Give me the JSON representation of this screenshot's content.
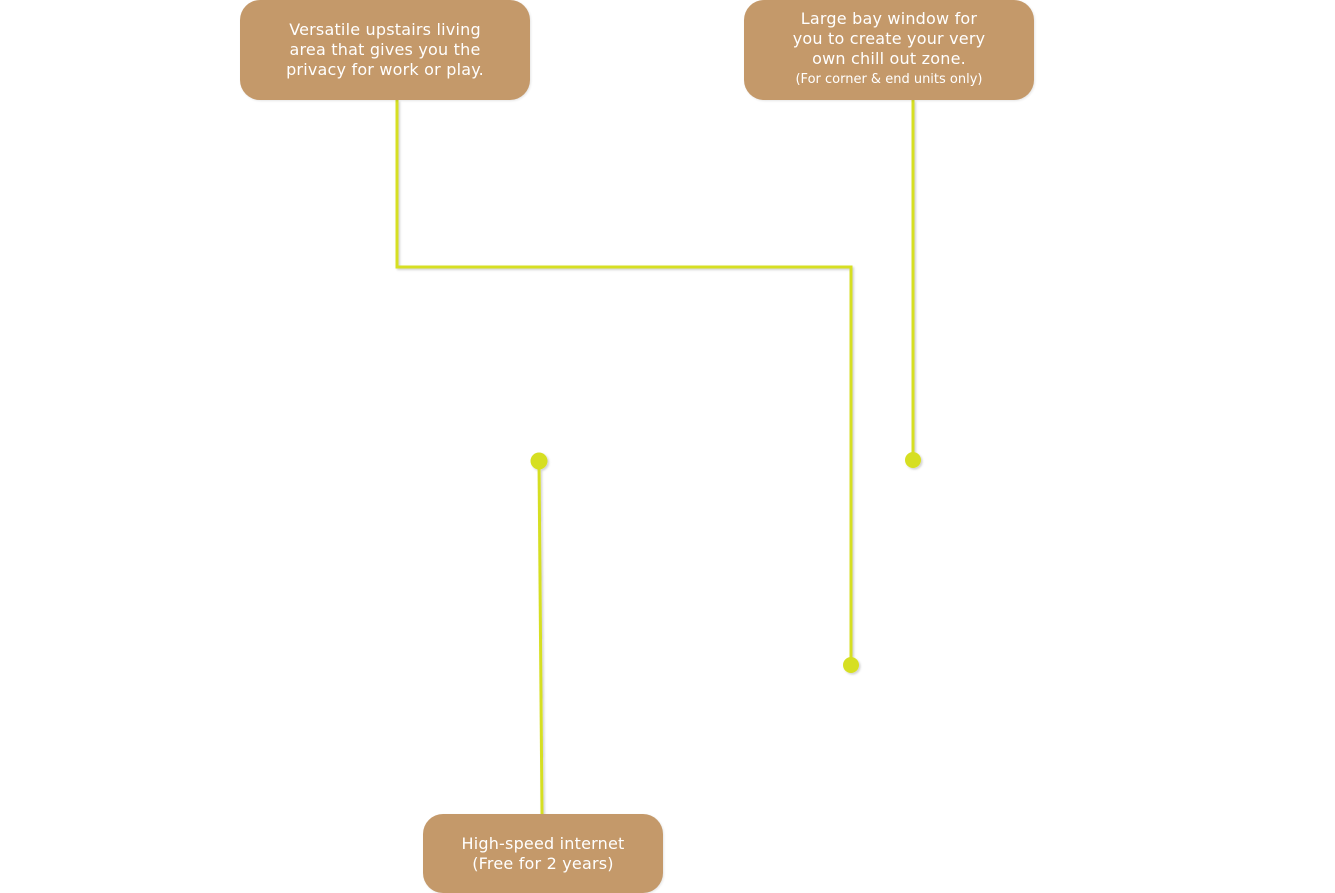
{
  "colors": {
    "callout_fill": "#c4996a",
    "callout_text": "#ffffff",
    "connector": "#d6df23",
    "background": "#ffffff"
  },
  "callouts": {
    "upstairs": {
      "lines": [
        "Versatile upstairs living",
        "area that gives you the",
        "privacy for work or play."
      ]
    },
    "baywindow": {
      "lines": [
        "Large bay window for",
        "you to create your very",
        "own chill out zone."
      ],
      "note": "(For corner & end units only)"
    },
    "internet": {
      "lines": [
        "High-speed internet",
        "(Free for 2 years)"
      ]
    }
  }
}
